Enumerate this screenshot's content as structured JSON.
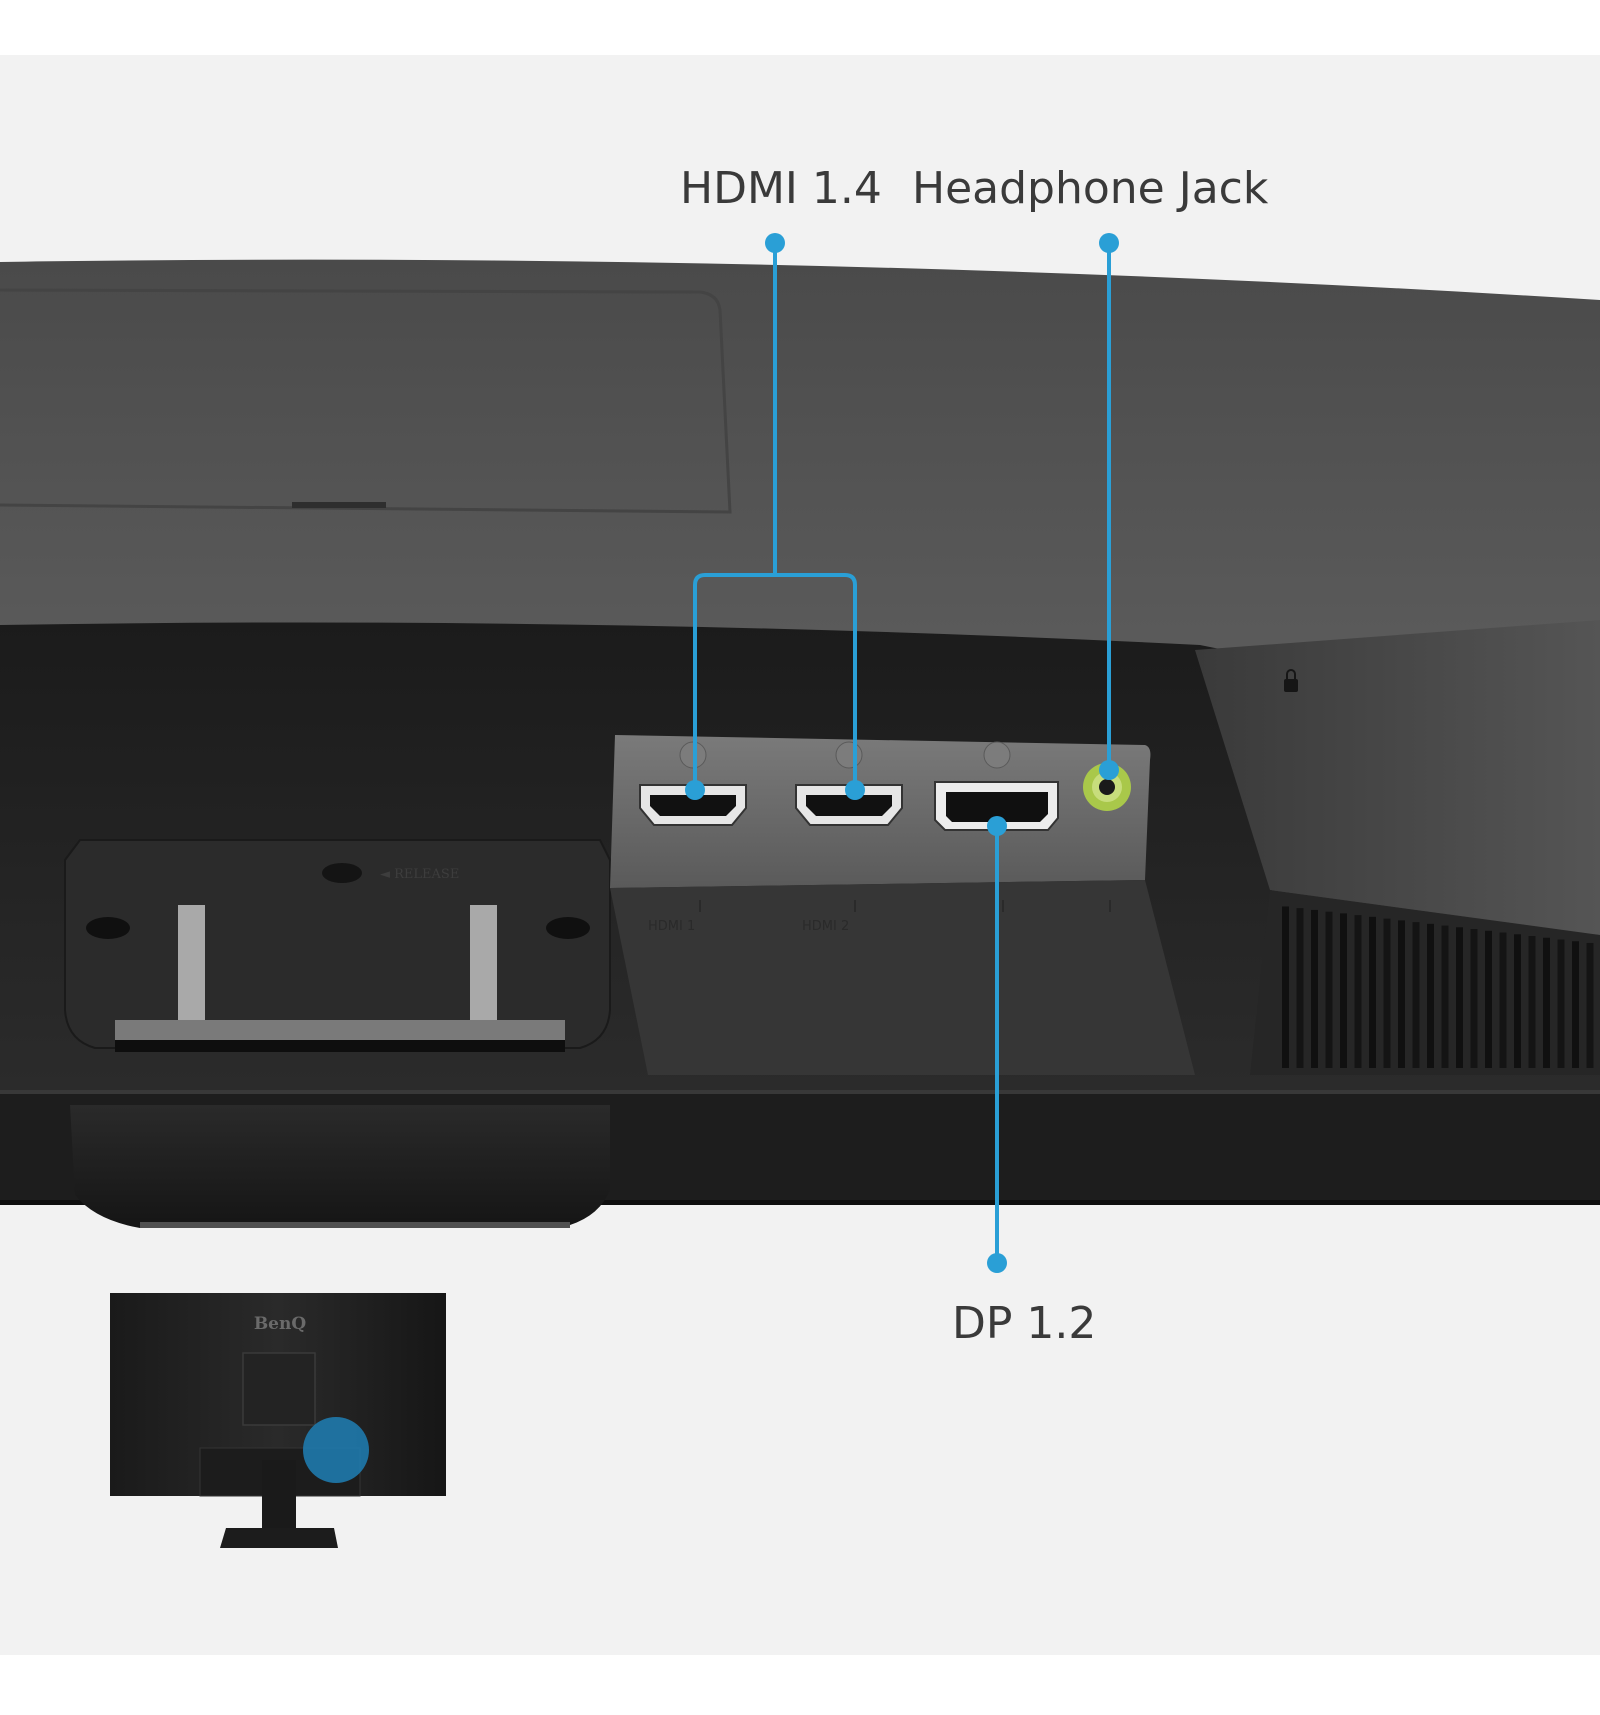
{
  "colors": {
    "background": "#f2f2f2",
    "page_edge": "#ffffff",
    "monitor_body": "#5c5c5c",
    "monitor_dark": "#1e1e1e",
    "port_panel": "#6e6e6e",
    "callout_line": "#2a9fd6",
    "headphone_port": "#a9c84a",
    "label_text": "#3a3a3a",
    "locator_dot": "#1f7fb5"
  },
  "callouts": {
    "hdmi": "HDMI 1.4",
    "headphone": "Headphone Jack",
    "dp": "DP 1.2"
  },
  "panel_markings": {
    "release": "◄ RELEASE",
    "hdmi1": "HDMI 1",
    "hdmi2": "HDMI 2"
  },
  "thumbnail": {
    "brand": "BenQ"
  },
  "icons": {
    "lock": "kensington-lock-icon",
    "hdmi_port": "hdmi-port-icon",
    "dp_port": "displayport-port-icon",
    "audio_port": "audio-jack-icon"
  }
}
